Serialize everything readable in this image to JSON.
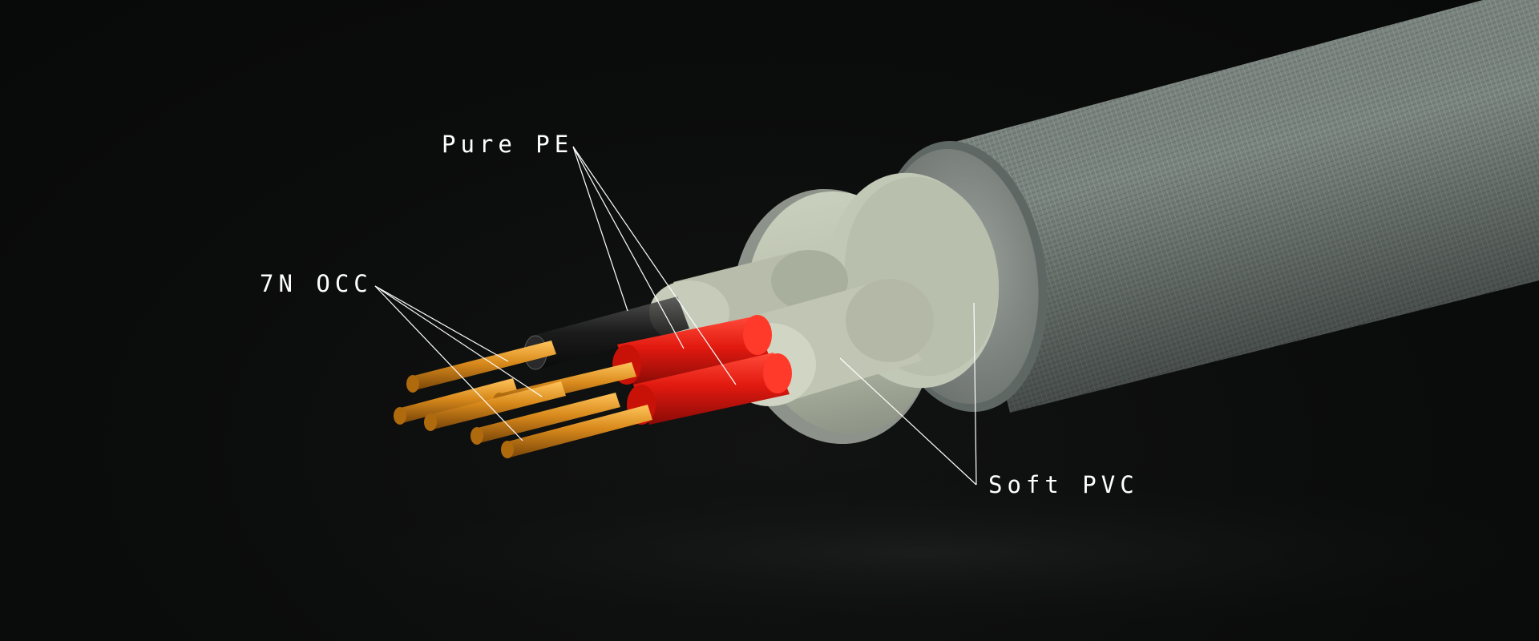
{
  "callouts": {
    "conductor": {
      "label": "7N OCC"
    },
    "insulation": {
      "label": "Pure PE"
    },
    "jacket": {
      "label": "Soft PVC"
    }
  },
  "colors": {
    "background": "#0a0b0b",
    "copper": "#d98a1c",
    "insulation_red": "#e01a10",
    "insulation_black": "#1a1a1a",
    "inner_jacket": "#bcc4b0",
    "outer_jacket": "#7d8782",
    "leader_line": "#ffffff"
  }
}
